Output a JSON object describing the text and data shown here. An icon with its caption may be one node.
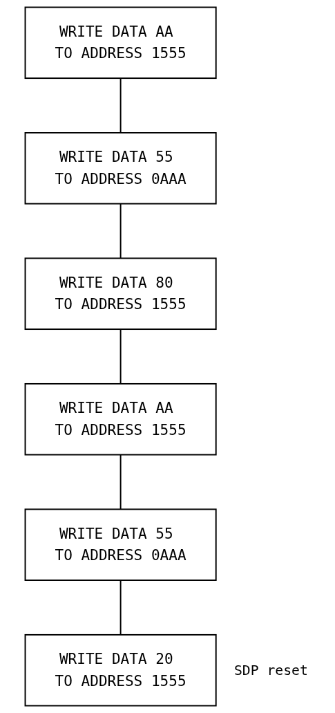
{
  "diagram": {
    "nodes": [
      {
        "text": [
          "WRITE DATA AA TO ADDRESS 1555"
        ]
      },
      {
        "text": [
          "WRITE DATA 55 TO ADDRESS 0AAA"
        ]
      },
      {
        "text": [
          "WRITE DATA 80 TO ADDRESS 1555"
        ]
      },
      {
        "text": [
          "WRITE DATA AA TO ADDRESS 1555"
        ]
      },
      {
        "text": [
          "WRITE DATA 55 TO ADDRESS 0AAA"
        ]
      },
      {
        "text": [
          "WRITE DATA 20 TO ADDRESS 1555"
        ],
        "beside": [
          "SDP reset"
        ]
      }
    ],
    "edges": [
      {
        "from": 0,
        "to": 1,
        "arrow": "none"
      },
      {
        "from": 1,
        "to": 2,
        "arrow": "none"
      },
      {
        "from": 2,
        "to": 3,
        "arrow": "none"
      },
      {
        "from": 3,
        "to": 4,
        "arrow": "none"
      },
      {
        "from": 4,
        "to": 5,
        "arrow": "none"
      }
    ]
  }
}
